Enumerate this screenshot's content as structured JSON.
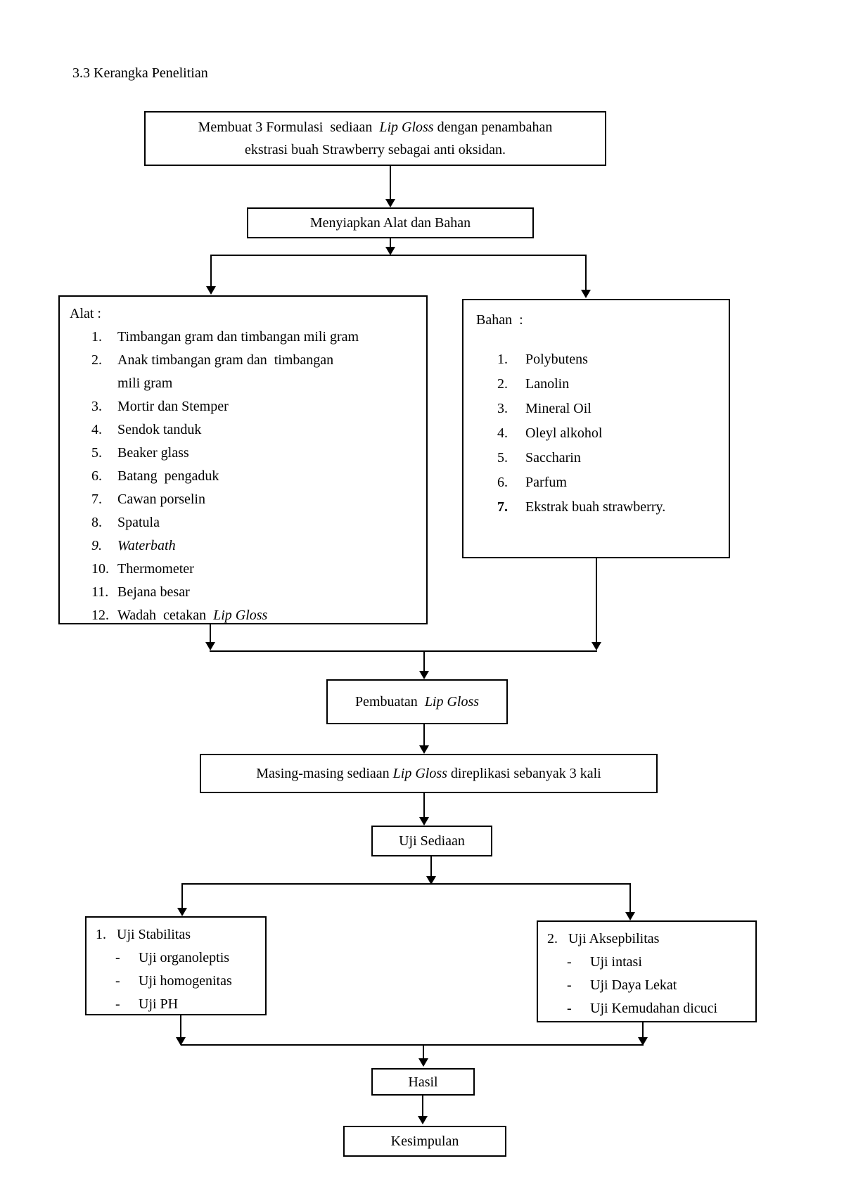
{
  "heading": "3.3 Kerangka Penelitian",
  "colors": {
    "ink": "#000000",
    "paper": "#ffffff"
  },
  "nodes": {
    "start": {
      "line1_text1": "Membuat 3 Formulasi  sediaan  ",
      "line1_italic": "Lip Gloss",
      "line1_text2": " dengan penambahan",
      "line2": "ekstrasi buah Strawberry sebagai anti oksidan."
    },
    "prepare": {
      "label": "Menyiapkan Alat dan Bahan"
    },
    "alat": {
      "title": "Alat :",
      "items": [
        {
          "num": "1.",
          "text": "Timbangan gram dan timbangan mili gram"
        },
        {
          "num": "2.",
          "text": "Anak timbangan gram dan  timbangan\nmili gram"
        },
        {
          "num": "3.",
          "text": "Mortir dan Stemper"
        },
        {
          "num": "4.",
          "text": "Sendok tanduk"
        },
        {
          "num": "5.",
          "text": "Beaker glass"
        },
        {
          "num": "6.",
          "text": "Batang  pengaduk"
        },
        {
          "num": "7.",
          "text": "Cawan porselin"
        },
        {
          "num": "8.",
          "text": "Spatula"
        },
        {
          "num": "9.",
          "text": "Waterbath"
        },
        {
          "num": "10.",
          "text": "Thermometer"
        },
        {
          "num": "11.",
          "text": "Bejana besar"
        },
        {
          "num": "12.",
          "text": "Wadah  cetakan  ",
          "text_italic": "Lip Gloss"
        }
      ]
    },
    "bahan": {
      "title": "Bahan  :",
      "items": [
        {
          "num": "1.",
          "text": "Polybutens"
        },
        {
          "num": "2.",
          "text": "Lanolin"
        },
        {
          "num": "3.",
          "text": "Mineral Oil"
        },
        {
          "num": "4.",
          "text": "Oleyl alkohol"
        },
        {
          "num": "5.",
          "text": "Saccharin"
        },
        {
          "num": "6.",
          "text": "Parfum"
        },
        {
          "num": "7.",
          "text": "Ekstrak buah strawberry."
        }
      ]
    },
    "pembuatan": {
      "text": "Pembuatan  ",
      "italic": "Lip Gloss"
    },
    "replikasi": {
      "text1": "Masing-masing sediaan ",
      "italic": "Lip Gloss",
      "text2": " direplikasi sebanyak 3 kali"
    },
    "uji_sediaan": {
      "label": "Uji Sediaan"
    },
    "uji_stabilitas": {
      "num": "1.",
      "title": "Uji Stabilitas",
      "items": [
        {
          "bullet": "-",
          "text": "Uji organoleptis"
        },
        {
          "bullet": "-",
          "text": "Uji homogenitas"
        },
        {
          "bullet": "-",
          "text": "Uji PH"
        }
      ]
    },
    "uji_aksepbilitas": {
      "num": "2.",
      "title": "Uji Aksepbilitas",
      "items": [
        {
          "bullet": "-",
          "text": "Uji intasi"
        },
        {
          "bullet": "-",
          "text": "Uji Daya Lekat"
        },
        {
          "bullet": "-",
          "text": "Uji Kemudahan dicuci"
        }
      ]
    },
    "hasil": {
      "label": "Hasil"
    },
    "kesimpulan": {
      "label": "Kesimpulan"
    }
  }
}
